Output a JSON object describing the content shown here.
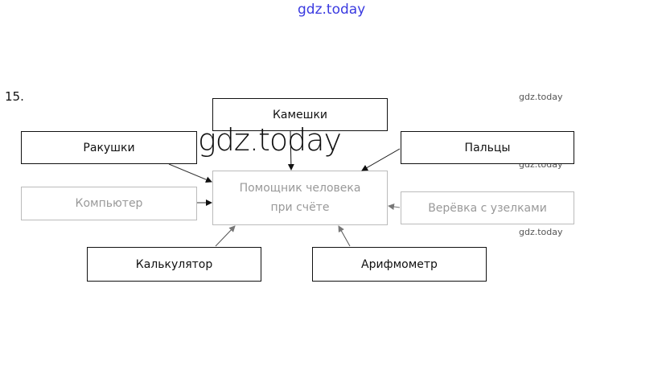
{
  "watermark": "gdz.today",
  "task_number": "15.",
  "center": {
    "line1": "Помощник человека",
    "line2": "при счёте"
  },
  "nodes": {
    "kameshki": "Камешки",
    "rakushki": "Ракушки",
    "paltsy": "Пальцы",
    "kompyuter": "Компьютер",
    "verevka": "Верёвка с узелками",
    "kalkulyator": "Калькулятор",
    "arifmometr": "Арифмометр"
  }
}
